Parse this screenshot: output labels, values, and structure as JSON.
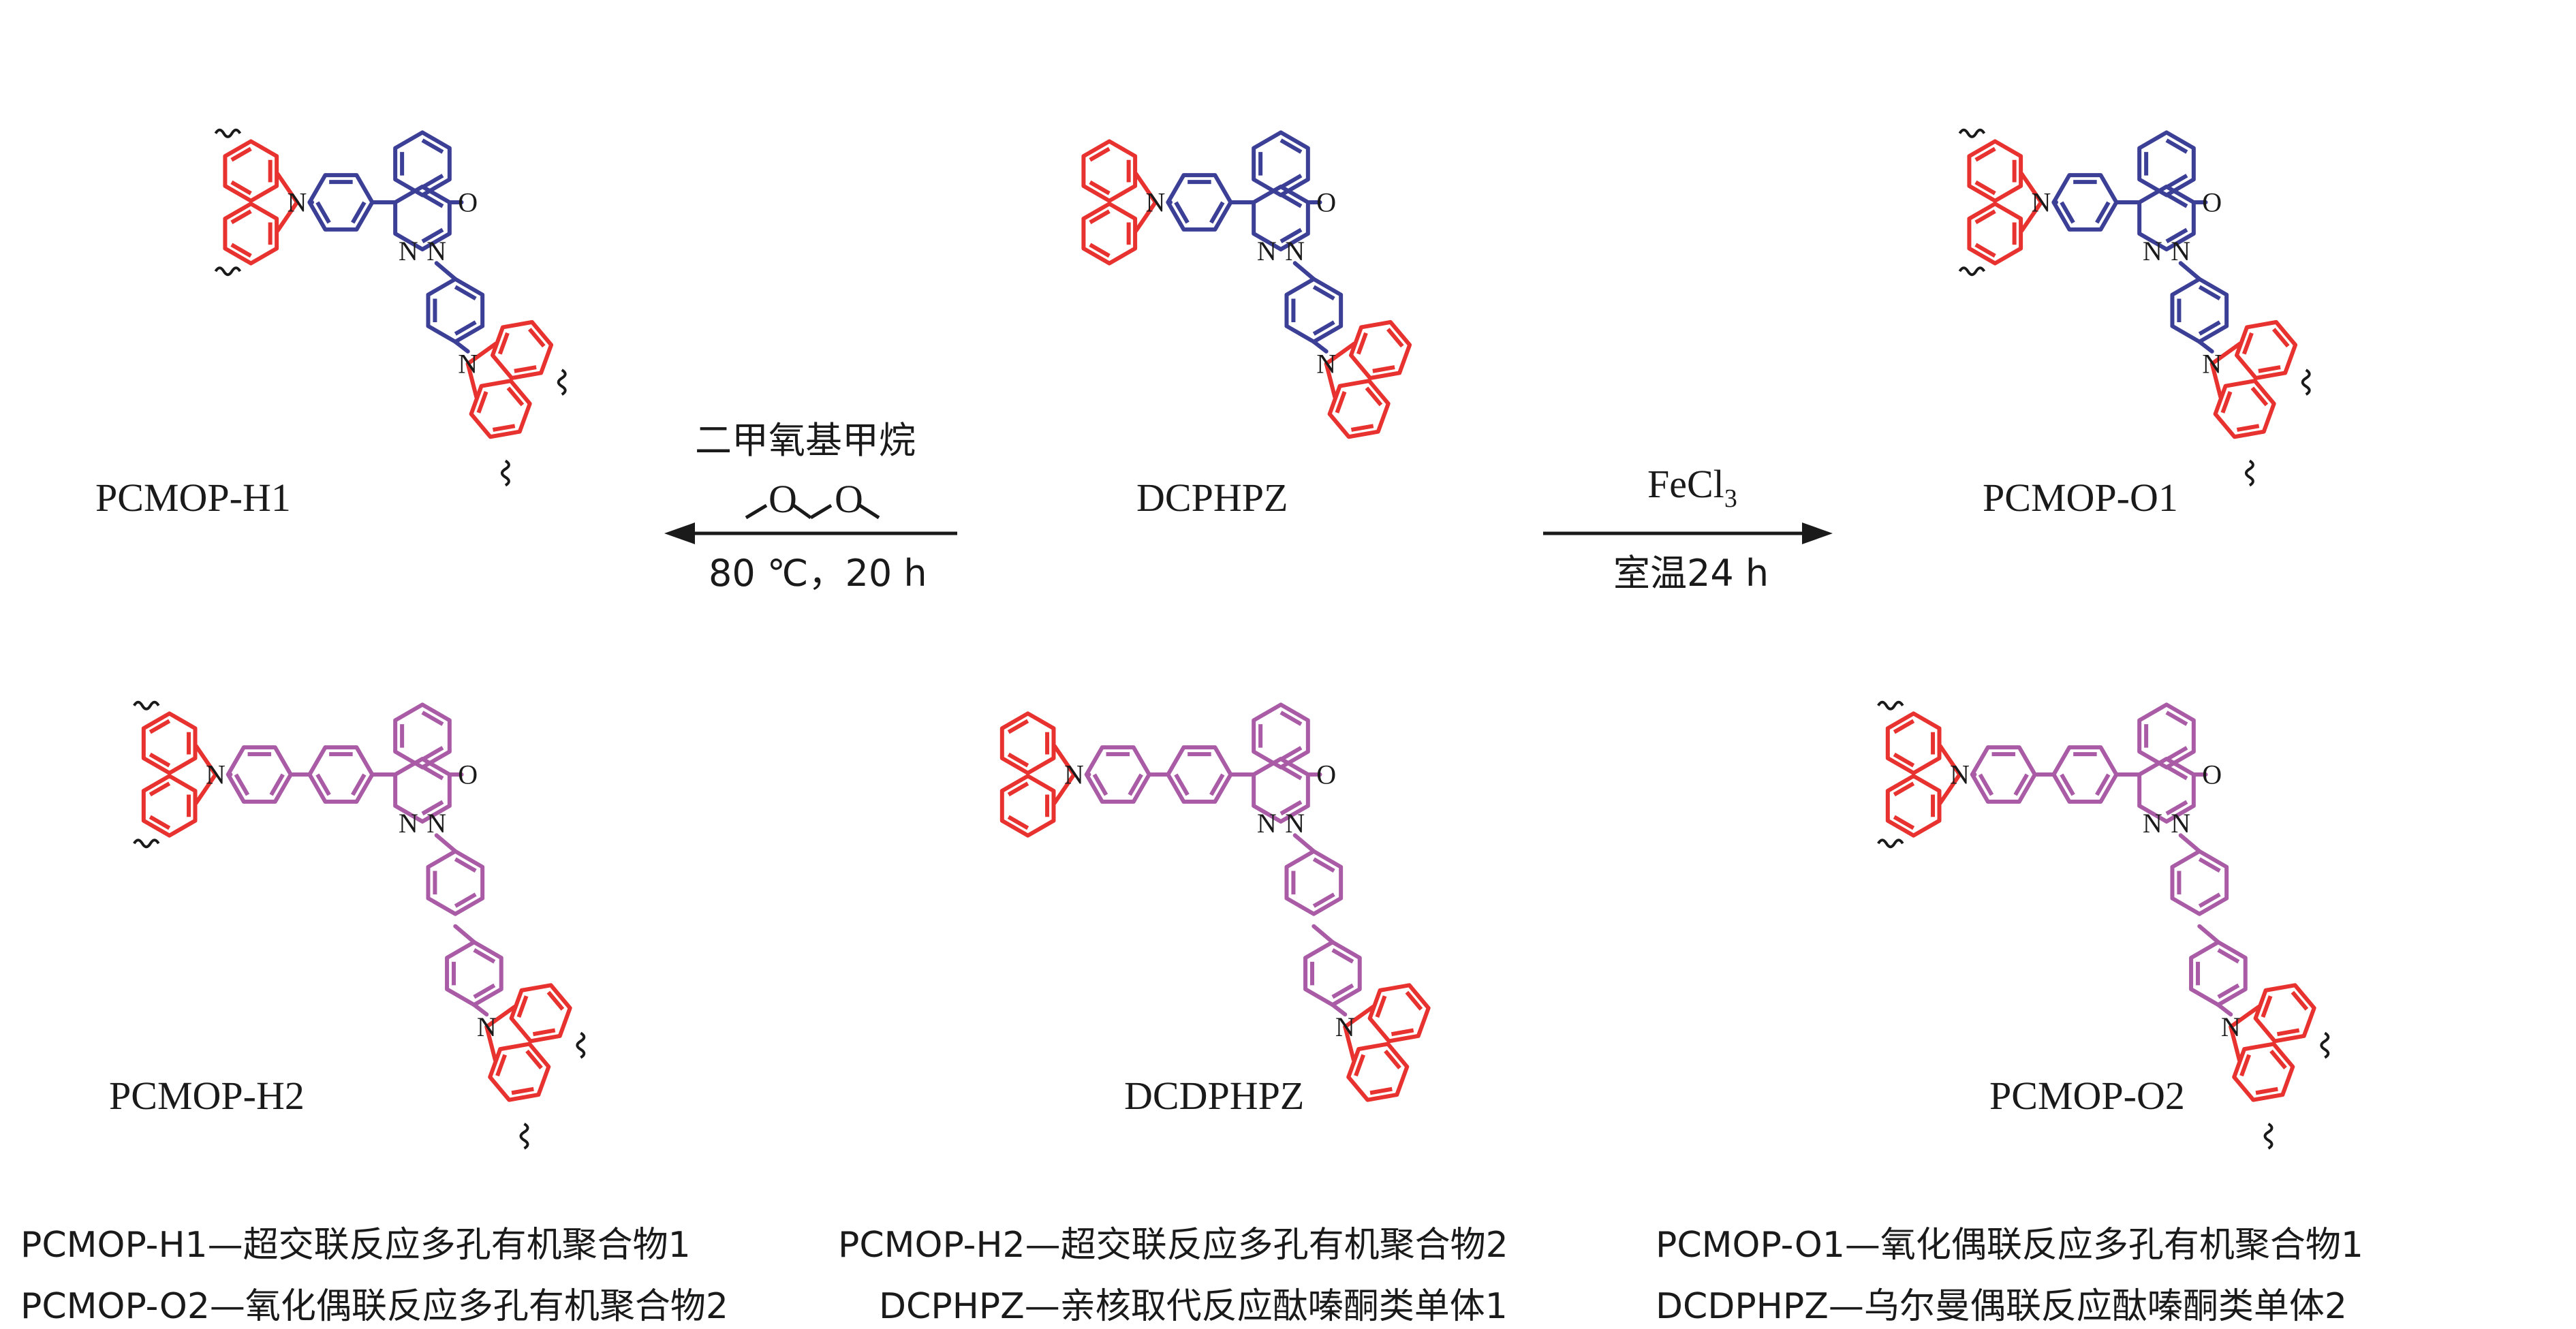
{
  "colors": {
    "carbazole": "#e8322f",
    "core_blue": "#3c3f96",
    "core_purple": "#a95ba6",
    "bond_black": "#1a1a1a"
  },
  "compounds": {
    "pcmop_h1": "PCMOP-H1",
    "dcphpz": "DCPHPZ",
    "pcmop_o1": "PCMOP-O1",
    "pcmop_h2": "PCMOP-H2",
    "dcdphpz": "DCDPHPZ",
    "pcmop_o2": "PCMOP-O2"
  },
  "atoms": {
    "n": "N",
    "o": "O"
  },
  "reaction_left": {
    "reagent": "二甲氧基甲烷",
    "structure_o": "O",
    "conditions": "80 ℃，20 h"
  },
  "reaction_right": {
    "reagent_main": "FeCl",
    "reagent_sub": "3",
    "conditions": "室温24 h"
  },
  "legend": [
    [
      "PCMOP-H1—超交联反应多孔有机聚合物1",
      "PCMOP-H2—超交联反应多孔有机聚合物2",
      "PCMOP-O1—氧化偶联反应多孔有机聚合物1"
    ],
    [
      "PCMOP-O2—氧化偶联反应多孔有机聚合物2",
      "DCPHPZ—亲核取代反应酞嗪酮类单体1",
      "DCDPHPZ—乌尔曼偶联反应酞嗪酮类单体2"
    ]
  ]
}
